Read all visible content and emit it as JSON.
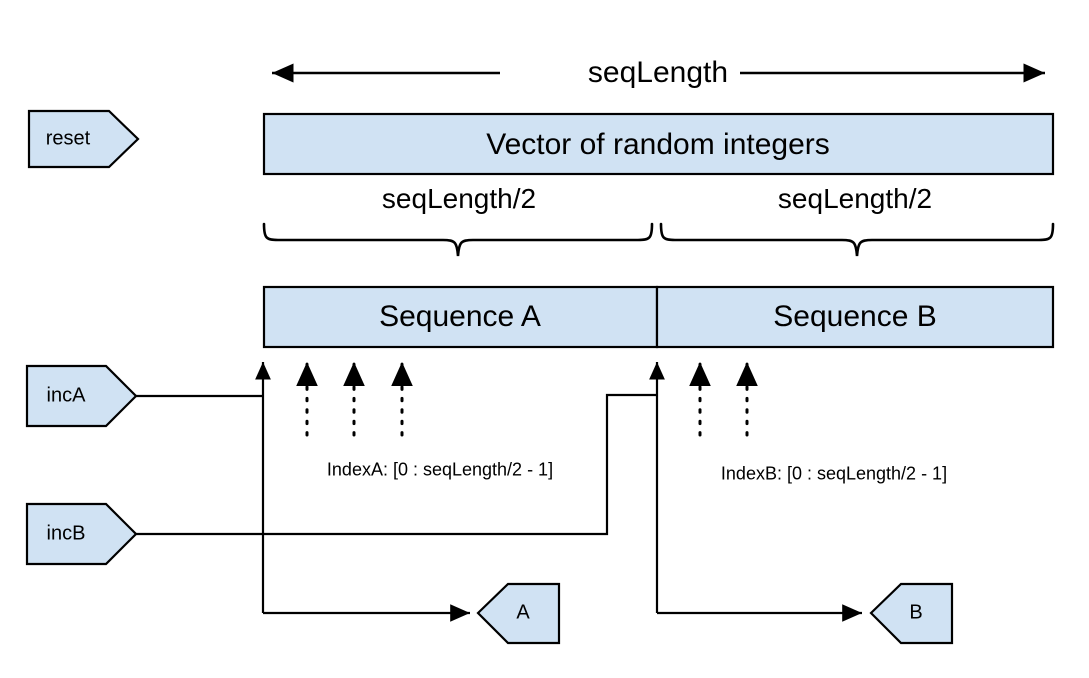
{
  "diagram": {
    "title_label": "seqLength",
    "vector_box": {
      "label": "Vector of random integers"
    },
    "half_labels": {
      "left": "seqLength/2",
      "right": "seqLength/2"
    },
    "sequences": [
      {
        "name": "sequence-a",
        "label": "Sequence A"
      },
      {
        "name": "sequence-b",
        "label": "Sequence B"
      }
    ],
    "signals": [
      {
        "name": "reset",
        "label": "reset"
      },
      {
        "name": "incA",
        "label": "incA"
      },
      {
        "name": "incB",
        "label": "incB"
      }
    ],
    "index_labels": {
      "a": "IndexA: [0 : seqLength/2 - 1]",
      "b": "IndexB: [0 : seqLength/2 - 1]"
    },
    "outputs": [
      {
        "name": "output-a",
        "label": "A"
      },
      {
        "name": "output-b",
        "label": "B"
      }
    ],
    "colors": {
      "shape_fill": "#d0e2f3",
      "stroke": "#000000",
      "background": "#ffffff"
    }
  }
}
